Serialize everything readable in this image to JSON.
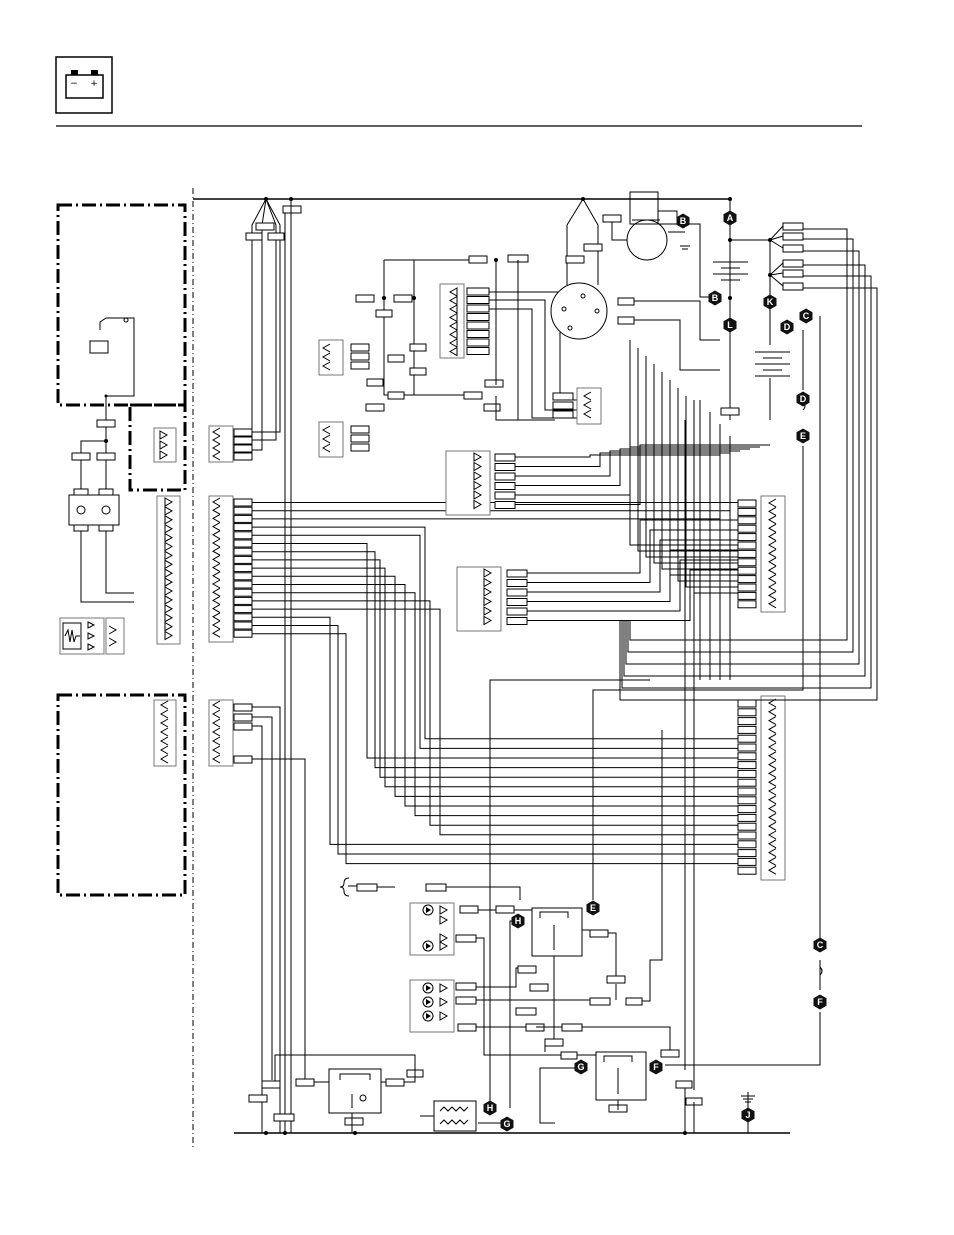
{
  "header": {
    "icon": "battery-icon",
    "battery_minus": "−",
    "battery_plus": "+"
  },
  "terminals": [
    {
      "id": "A",
      "label": "A"
    },
    {
      "id": "B1",
      "label": "B"
    },
    {
      "id": "B2",
      "label": "B"
    },
    {
      "id": "C1",
      "label": "C"
    },
    {
      "id": "C2",
      "label": "C"
    },
    {
      "id": "D1",
      "label": "D"
    },
    {
      "id": "D2",
      "label": "D"
    },
    {
      "id": "E1",
      "label": "E"
    },
    {
      "id": "E2",
      "label": "E"
    },
    {
      "id": "F1",
      "label": "F"
    },
    {
      "id": "F2",
      "label": "F"
    },
    {
      "id": "G1",
      "label": "G"
    },
    {
      "id": "G2",
      "label": "G"
    },
    {
      "id": "H1",
      "label": "H"
    },
    {
      "id": "H2",
      "label": "H"
    },
    {
      "id": "J",
      "label": "J"
    },
    {
      "id": "K",
      "label": "K"
    },
    {
      "id": "L",
      "label": "L"
    }
  ],
  "colors": {
    "line": "#000000",
    "connector_outline": "#777777",
    "page": "#ffffff"
  }
}
